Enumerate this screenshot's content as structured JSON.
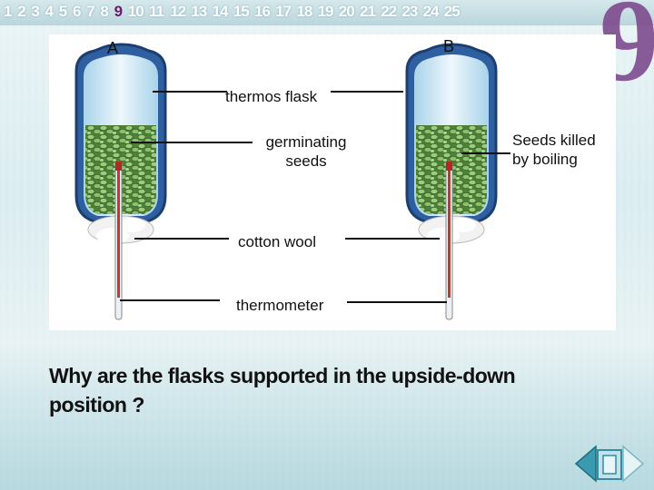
{
  "nav": {
    "pages": [
      "1",
      "2",
      "3",
      "4",
      "5",
      "6",
      "7",
      "8",
      "9",
      "10",
      "11",
      "12",
      "13",
      "14",
      "15",
      "16",
      "17",
      "18",
      "19",
      "20",
      "21",
      "22",
      "23",
      "24",
      "25"
    ],
    "active": "9",
    "chapter_numeral": "9"
  },
  "diagram": {
    "flask_a_label": "A",
    "flask_b_label": "B",
    "thermos_flask": "thermos flask",
    "germinating_seeds": "germinating seeds",
    "seeds_killed": "Seeds killed by boiling",
    "cotton_wool": "cotton wool",
    "thermometer": "thermometer"
  },
  "question": "Why are the flasks supported in the upside-down position ?",
  "colors": {
    "seed_green": "#7fb069",
    "flask_blue": "#cfe8f5",
    "accent_purple": "#7d4b8e",
    "thermometer_red": "#c0392b"
  }
}
